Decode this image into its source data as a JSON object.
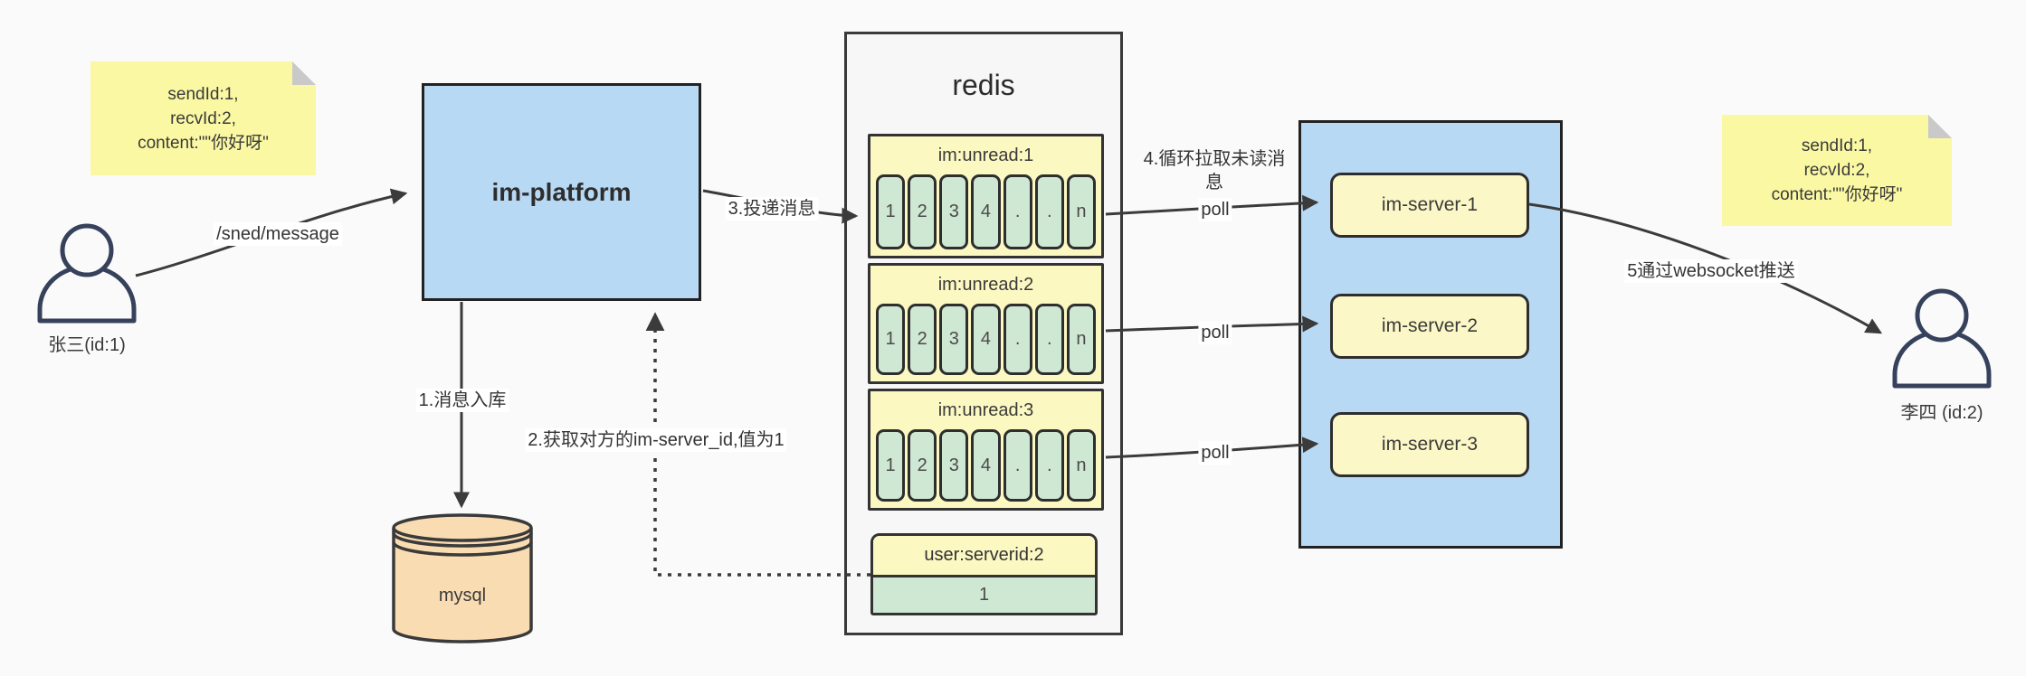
{
  "colors": {
    "bg": "#fafafa",
    "sticky": "#fbf8a3",
    "fold": "#c9c9c9",
    "yellow": "#fcf8c2",
    "green": "#cfe8d3",
    "blue": "#b8d9f4",
    "tan": "#fadcb3",
    "border": "#333333",
    "arrow": "#3b3b3b",
    "person": "#36415c",
    "panel": "#f7f7f7",
    "text": "#333333",
    "labelbg": "#ffffff"
  },
  "notes": {
    "left": {
      "lines": [
        "sendId:1,",
        "recvId:2,",
        "content:\"\"你好呀\""
      ]
    },
    "right": {
      "lines": [
        "sendId:1,",
        "recvId:2,",
        "content:\"\"你好呀\""
      ]
    }
  },
  "actors": {
    "sender": {
      "label": "张三(id:1)"
    },
    "receiver": {
      "label": "李四 (id:2)"
    }
  },
  "platform": {
    "label": "im-platform"
  },
  "database": {
    "label": "mysql"
  },
  "redis": {
    "title": "redis",
    "queues": [
      {
        "header": "im:unread:1",
        "cells": [
          "1",
          "2",
          "3",
          "4",
          ".",
          ".",
          "n"
        ]
      },
      {
        "header": "im:unread:2",
        "cells": [
          "1",
          "2",
          "3",
          "4",
          ".",
          ".",
          "n"
        ]
      },
      {
        "header": "im:unread:3",
        "cells": [
          "1",
          "2",
          "3",
          "4",
          ".",
          ".",
          "n"
        ]
      }
    ],
    "mapping": {
      "header": "user:serverid:2",
      "value": "1"
    }
  },
  "servers": [
    {
      "label": "im-server-1"
    },
    {
      "label": "im-server-2"
    },
    {
      "label": "im-server-3"
    }
  ],
  "edges": {
    "send": "/sned/message",
    "store": "1.消息入库",
    "lookup": "2.获取对方的im-server_id,值为1",
    "deliver": "3.投递消息",
    "pull": "4.循环拉取未读消息",
    "poll_1": "poll",
    "poll_2": "poll",
    "poll_3": "poll",
    "push": "5通过websocket推送"
  }
}
